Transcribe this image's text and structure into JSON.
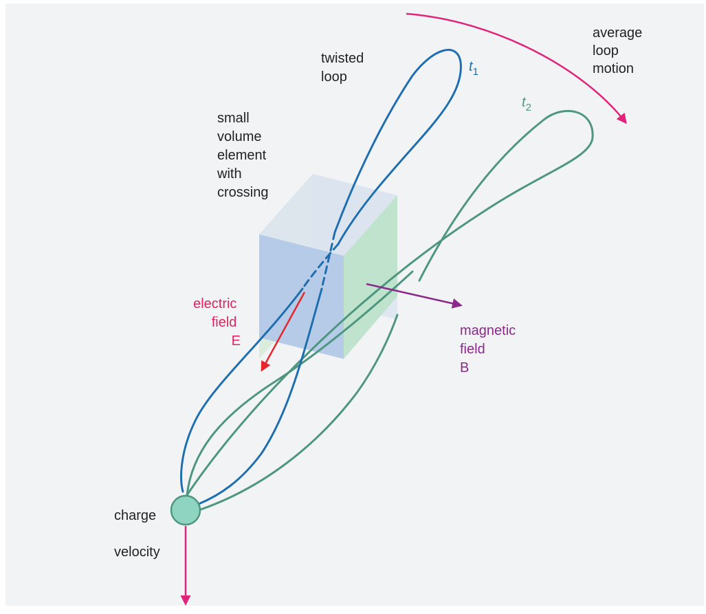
{
  "labels": {
    "average_loop_motion": [
      "average",
      "loop",
      "motion"
    ],
    "twisted_loop": [
      "twisted",
      "loop"
    ],
    "small_volume": [
      "small",
      "volume",
      "element",
      "with",
      "crossing"
    ],
    "electric_field": [
      "electric",
      "field",
      "E"
    ],
    "magnetic_field": [
      "magnetic",
      "field",
      "B"
    ],
    "charge": "charge",
    "velocity": "velocity",
    "t1": {
      "letter": "t",
      "sub": "1"
    },
    "t2": {
      "letter": "t",
      "sub": "2"
    }
  },
  "colors": {
    "background": "#f2f3f5",
    "loop_t1": "#1f6fb0",
    "loop_t2": "#4f9680",
    "electric": "#e0245e",
    "magnetic": "#8b2a8b",
    "motion_arrow": "#e0247a",
    "charge_fill": "#8fd3c1",
    "charge_stroke": "#4f9680",
    "cube_front": "#b5cbe8",
    "cube_side": "#bfe3cc",
    "text": "#222222"
  }
}
